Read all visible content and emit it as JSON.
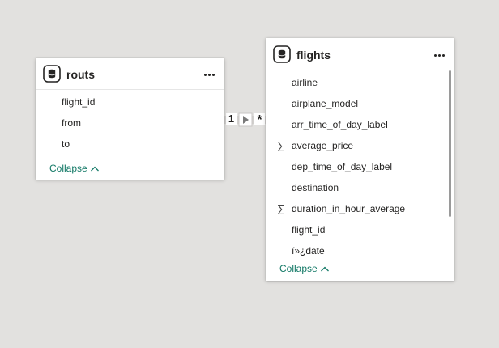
{
  "tables": [
    {
      "name": "routs",
      "fields": [
        "flight_id",
        "from",
        "to"
      ],
      "collapse_label": "Collapse"
    },
    {
      "name": "flights",
      "fields": [
        {
          "label": "airline",
          "measure": false
        },
        {
          "label": "airplane_model",
          "measure": false
        },
        {
          "label": "arr_time_of_day_label",
          "measure": false
        },
        {
          "label": "average_price",
          "measure": true
        },
        {
          "label": "dep_time_of_day_label",
          "measure": false
        },
        {
          "label": "destination",
          "measure": false
        },
        {
          "label": "duration_in_hour_average",
          "measure": true
        },
        {
          "label": "flight_id",
          "measure": false
        },
        {
          "label": "ï»¿date",
          "measure": false
        }
      ],
      "collapse_label": "Collapse"
    }
  ],
  "relationship": {
    "from_cardinality": "1",
    "to_cardinality": "*",
    "filter_direction": "single"
  },
  "icons": {
    "table": "database-icon",
    "more": "more-options-icon",
    "measure": "sigma-icon",
    "collapse": "chevron-up-icon",
    "direction": "arrow-right-icon"
  },
  "colors": {
    "canvas": "#e2e1df",
    "card": "#ffffff",
    "link": "#117865",
    "connector": "#c8c6c4"
  }
}
